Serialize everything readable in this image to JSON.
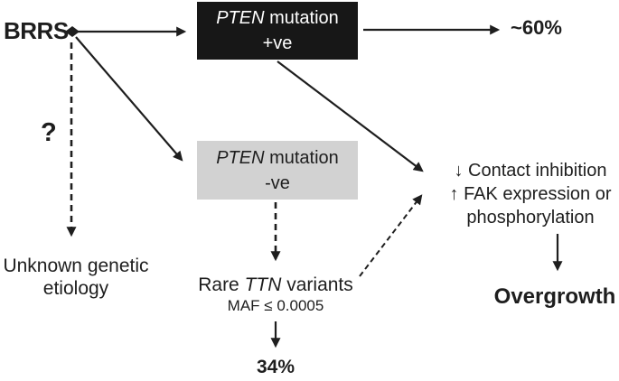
{
  "colors": {
    "positive_box_bg": "#171717",
    "positive_box_text": "#ffffff",
    "negative_box_bg": "#d2d2d2",
    "text": "#1e1e1e"
  },
  "nodes": {
    "brrs": {
      "label": "BRRS"
    },
    "question": {
      "label": "?"
    },
    "pten_positive": {
      "gene": "PTEN",
      "rest": " mutation",
      "status": "+ve"
    },
    "pten_negative": {
      "gene": "PTEN",
      "rest": " mutation",
      "status": "-ve"
    },
    "percent_60": {
      "label": "~60%"
    },
    "unknown_etiology": {
      "label": "Unknown genetic\netiology"
    },
    "rare_ttn": {
      "pre": "Rare ",
      "gene": "TTN",
      "post": " variants",
      "maf": "MAF ≤ 0.0005"
    },
    "percent_34": {
      "label": "34%"
    },
    "effects": {
      "down_icon": "↓",
      "line1": " Contact inhibition",
      "up_icon": "↑",
      "line2": " FAK expression or",
      "line3": "phosphorylation"
    },
    "overgrowth": {
      "label": "Overgrowth"
    }
  }
}
